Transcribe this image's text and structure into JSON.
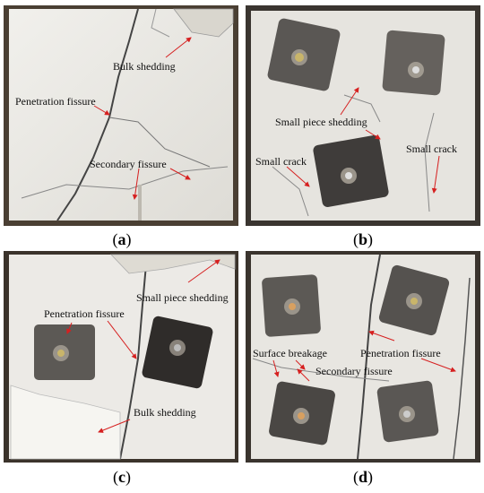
{
  "panels": [
    {
      "letter": "a",
      "labels": [
        "Bulk shedding",
        "Penetration fissure",
        "Secondary fissure"
      ]
    },
    {
      "letter": "b",
      "labels": [
        "Small piece shedding",
        "Small crack",
        "Small crack"
      ]
    },
    {
      "letter": "c",
      "labels": [
        "Small piece shedding",
        "Penetration fissure",
        "Bulk shedding"
      ]
    },
    {
      "letter": "d",
      "labels": [
        "Surface breakage",
        "Penetration fissure",
        "Secondary fissure"
      ]
    }
  ],
  "colors": {
    "specimen": "#eceae6",
    "background_dark": "#3a3530",
    "plate": "#55524f",
    "arrow": "#d62020"
  }
}
